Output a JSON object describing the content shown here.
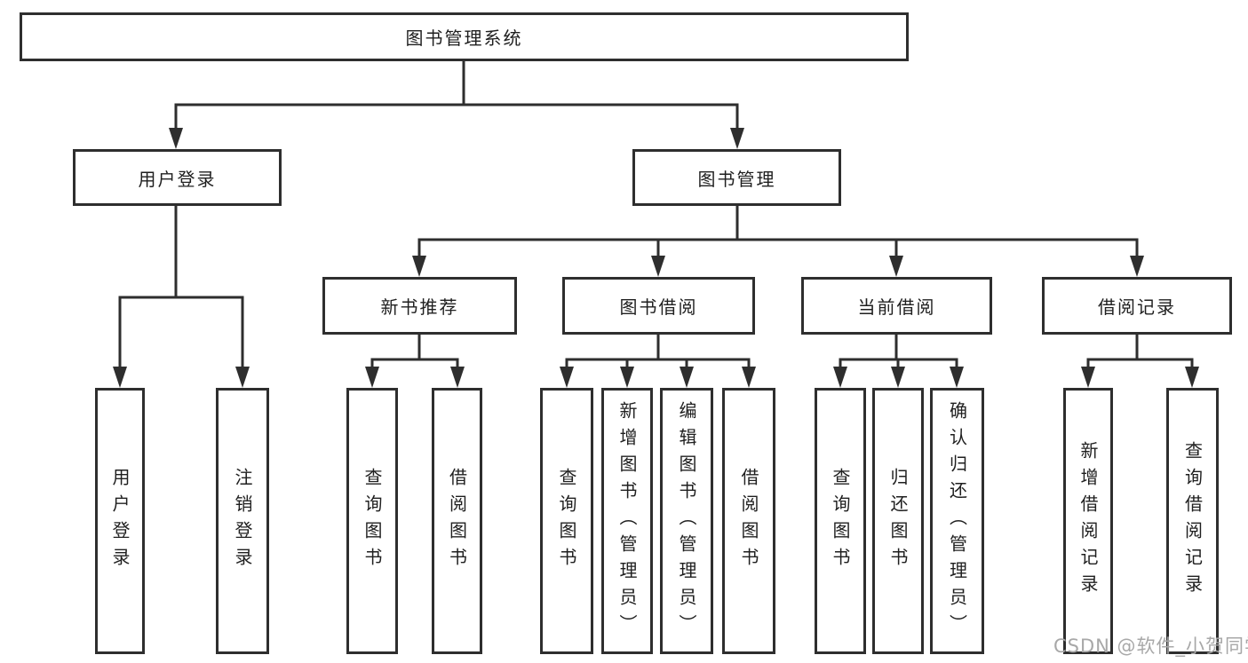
{
  "diagram": {
    "root": {
      "label": "图书管理系统"
    },
    "branches": [
      {
        "label": "用户登录",
        "children": [
          {
            "label": "用户登录"
          },
          {
            "label": "注销登录"
          }
        ]
      },
      {
        "label": "图书管理",
        "children": [
          {
            "label": "新书推荐",
            "children": [
              {
                "label": "查询图书"
              },
              {
                "label": "借阅图书"
              }
            ]
          },
          {
            "label": "图书借阅",
            "children": [
              {
                "label": "查询图书"
              },
              {
                "label": "新增图书（管理员）"
              },
              {
                "label": "编辑图书（管理员）"
              },
              {
                "label": "借阅图书"
              }
            ]
          },
          {
            "label": "当前借阅",
            "children": [
              {
                "label": "查询图书"
              },
              {
                "label": "归还图书"
              },
              {
                "label": "确认归还（管理员）"
              }
            ]
          },
          {
            "label": "借阅记录",
            "children": [
              {
                "label": "新增借阅记录"
              },
              {
                "label": "查询借阅记录"
              }
            ]
          }
        ]
      }
    ]
  },
  "watermark": {
    "text": "CSDN @软件_小贺同学"
  },
  "colors": {
    "line": "#2e2e2e",
    "text": "#1f1f1f",
    "watermark": "#a8a8a8",
    "background": "#ffffff"
  }
}
